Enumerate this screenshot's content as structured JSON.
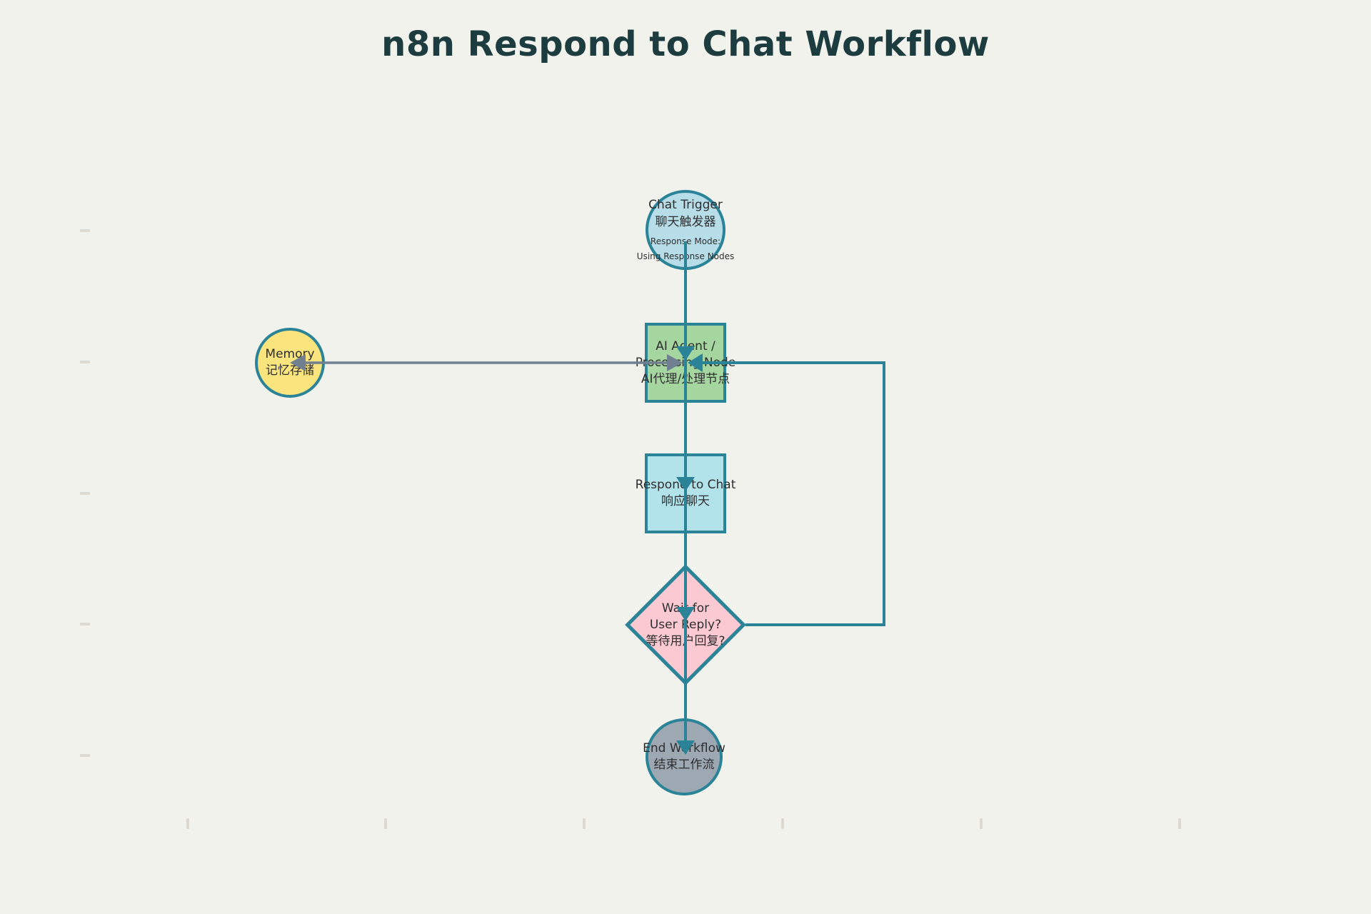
{
  "title": "n8n Respond to Chat Workflow",
  "colors": {
    "background": "#f1f2ec",
    "title_text": "#1d3c3f",
    "connector_teal": "#2a8397",
    "connector_gray": "#708090",
    "node_border": "#2a8397",
    "chat_trigger_fill": "#b7dee8",
    "ai_agent_fill": "#a5d6a0",
    "memory_fill": "#f9e47e",
    "respond_fill": "#b2e2ea",
    "wait_fill": "#fbc9d2",
    "end_fill": "#9ea8b2",
    "node_text": "#2e2e2e",
    "tick": "#dcd9d1"
  },
  "nodes": {
    "chat_trigger": {
      "label_en": "Chat Trigger",
      "label_zh": "聊天触发器",
      "sub1": "Response Mode:",
      "sub2": "Using Response Nodes"
    },
    "ai_agent": {
      "line1": "AI Agent /",
      "line2": "Processing Node",
      "label_zh": "AI代理/处理节点"
    },
    "memory": {
      "label_en": "Memory",
      "label_zh": "记忆存储"
    },
    "respond": {
      "label_en": "Respond to Chat",
      "label_zh": "响应聊天"
    },
    "wait": {
      "line1": "Wait for",
      "line2": "User Reply?",
      "label_zh": "等待用户回复?"
    },
    "end": {
      "label_en": "End Workflow",
      "label_zh": "结束工作流"
    }
  },
  "connections": [
    "Chat Trigger -> AI Agent",
    "AI Agent <-> Memory",
    "AI Agent -> Respond to Chat",
    "Respond to Chat -> Wait for User Reply?",
    "Wait for User Reply? -> AI Agent (loop)",
    "Wait for User Reply? -> End Workflow"
  ]
}
